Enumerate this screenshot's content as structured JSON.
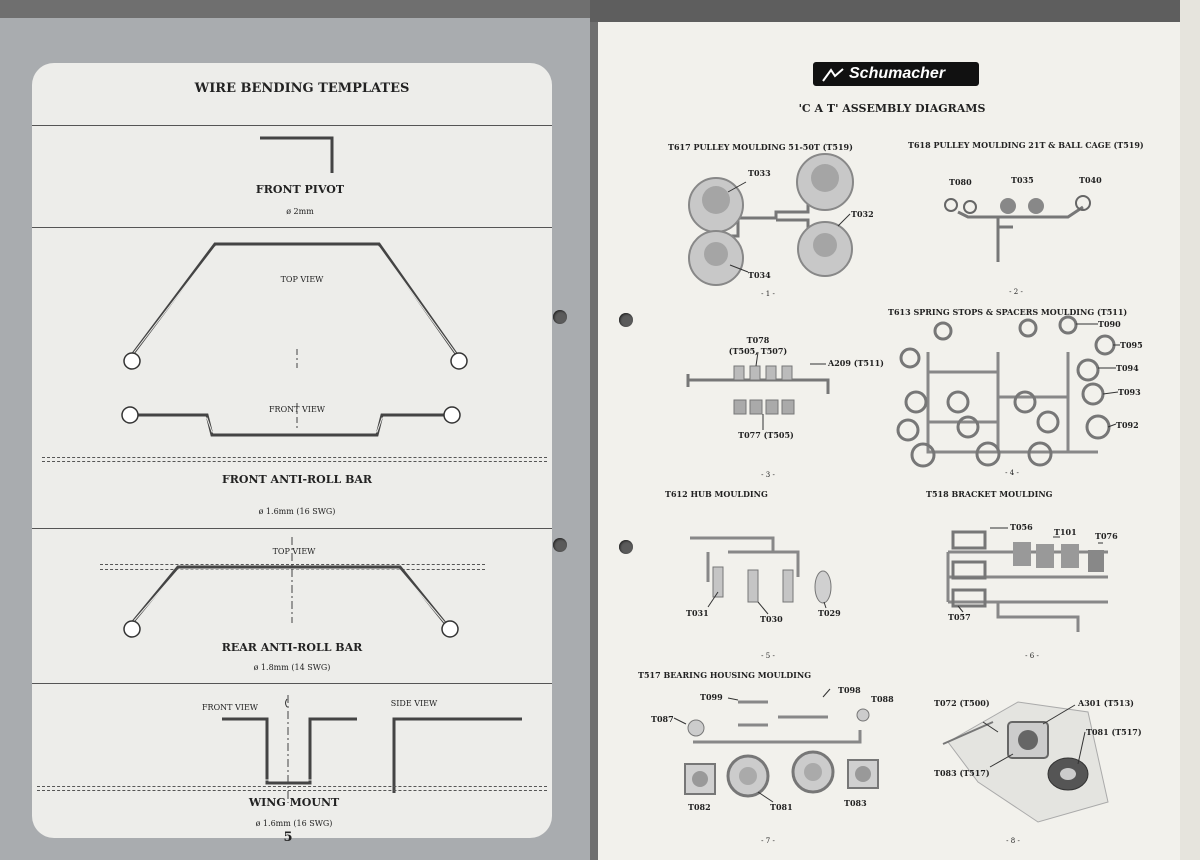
{
  "left": {
    "title": "WIRE BENDING TEMPLATES",
    "front_pivot": {
      "label": "FRONT PIVOT",
      "size": "ø 2mm"
    },
    "front_arb": {
      "top_view": "TOP VIEW",
      "front_view": "FRONT VIEW",
      "label": "FRONT ANTI-ROLL BAR",
      "size": "ø 1.6mm (16 SWG)"
    },
    "rear_arb": {
      "top_view": "TOP VIEW",
      "label": "REAR ANTI-ROLL BAR",
      "size": "ø 1.8mm (14 SWG)"
    },
    "wing_mount": {
      "front_view": "FRONT VIEW",
      "side_view": "SIDE VIEW",
      "label": "WING MOUNT",
      "size": "ø 1.6mm (16 SWG)"
    },
    "page_number": "5"
  },
  "right": {
    "brand": "Schumacher",
    "title": "'C A T' ASSEMBLY DIAGRAMS",
    "d1": {
      "title": "T617 PULLEY MOULDING 51-50T (T519)",
      "labels": [
        "T033",
        "T032",
        "T034"
      ],
      "num": "- 1 -"
    },
    "d2": {
      "title": "T618 PULLEY MOULDING 21T & BALL CAGE (T519)",
      "labels": [
        "T080",
        "T035",
        "T040"
      ],
      "num": "- 2 -"
    },
    "d3": {
      "labels": [
        "T078",
        "(T505, T507)",
        "A209 (T511)",
        "T077 (T505)"
      ],
      "num": "- 3 -"
    },
    "d4": {
      "title": "T613 SPRING STOPS & SPACERS MOULDING (T511)",
      "labels": [
        "T090",
        "T095",
        "T094",
        "T093",
        "T092"
      ],
      "num": "- 4 -"
    },
    "d5": {
      "title": "T612 HUB MOULDING",
      "labels": [
        "T031",
        "T030",
        "T029"
      ],
      "num": "- 5 -"
    },
    "d6": {
      "title": "T518 BRACKET MOULDING",
      "labels": [
        "T056",
        "T101",
        "T076",
        "T057"
      ],
      "num": "- 6 -"
    },
    "d7": {
      "title": "T517 BEARING HOUSING MOULDING",
      "labels": [
        "T099",
        "T098",
        "T088",
        "T087",
        "T082",
        "T081",
        "T083"
      ],
      "num": "- 7 -"
    },
    "d8": {
      "labels": [
        "T072 (T500)",
        "A301 (T513)",
        "T081 (T517)",
        "T083 (T517)"
      ],
      "num": "- 8 -"
    }
  }
}
